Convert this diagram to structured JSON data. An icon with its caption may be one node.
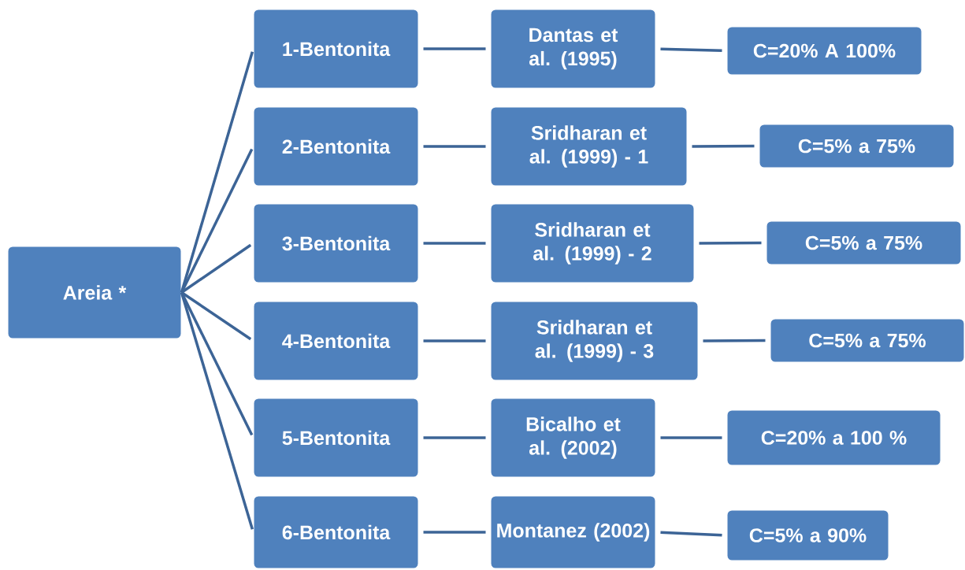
{
  "diagram": {
    "nodes": [
      {
        "text": [
          "Areia *"
        ]
      },
      {
        "text": [
          "1-Bentonita"
        ]
      },
      {
        "text": [
          "Dantas et al. (1995)"
        ]
      },
      {
        "text": [
          "C=20% A 100%"
        ]
      },
      {
        "text": [
          "2-Bentonita"
        ]
      },
      {
        "text": [
          "Sridharan et al. (1999) - 1"
        ]
      },
      {
        "text": [
          "C=5% a 75%"
        ]
      },
      {
        "text": [
          "3-Bentonita"
        ]
      },
      {
        "text": [
          "Sridharan et al. (1999) - 2"
        ]
      },
      {
        "text": [
          "C=5% a 75%"
        ]
      },
      {
        "text": [
          "4-Bentonita"
        ]
      },
      {
        "text": [
          "Sridharan et al. (1999) - 3"
        ]
      },
      {
        "text": [
          "C=5% a 75%"
        ]
      },
      {
        "text": [
          "5-Bentonita"
        ]
      },
      {
        "text": [
          "Bicalho et al. (2002)"
        ]
      },
      {
        "text": [
          "C=20% a 100 %"
        ]
      },
      {
        "text": [
          "6-Bentonita"
        ]
      },
      {
        "text": [
          "Montanez (2002)"
        ]
      },
      {
        "text": [
          "C=5% a 90%"
        ]
      }
    ],
    "edges": [
      {
        "from": 0,
        "to": 1,
        "arrow": "none"
      },
      {
        "from": 0,
        "to": 4,
        "arrow": "none"
      },
      {
        "from": 0,
        "to": 7,
        "arrow": "none"
      },
      {
        "from": 0,
        "to": 10,
        "arrow": "none"
      },
      {
        "from": 0,
        "to": 13,
        "arrow": "none"
      },
      {
        "from": 0,
        "to": 16,
        "arrow": "none"
      },
      {
        "from": 1,
        "to": 2,
        "arrow": "none"
      },
      {
        "from": 2,
        "to": 3,
        "arrow": "none"
      },
      {
        "from": 4,
        "to": 5,
        "arrow": "none"
      },
      {
        "from": 5,
        "to": 6,
        "arrow": "none"
      },
      {
        "from": 7,
        "to": 8,
        "arrow": "none"
      },
      {
        "from": 8,
        "to": 9,
        "arrow": "none"
      },
      {
        "from": 10,
        "to": 11,
        "arrow": "none"
      },
      {
        "from": 11,
        "to": 12,
        "arrow": "none"
      },
      {
        "from": 13,
        "to": 14,
        "arrow": "none"
      },
      {
        "from": 14,
        "to": 15,
        "arrow": "none"
      },
      {
        "from": 16,
        "to": 17,
        "arrow": "none"
      },
      {
        "from": 17,
        "to": 18,
        "arrow": "none"
      }
    ]
  }
}
